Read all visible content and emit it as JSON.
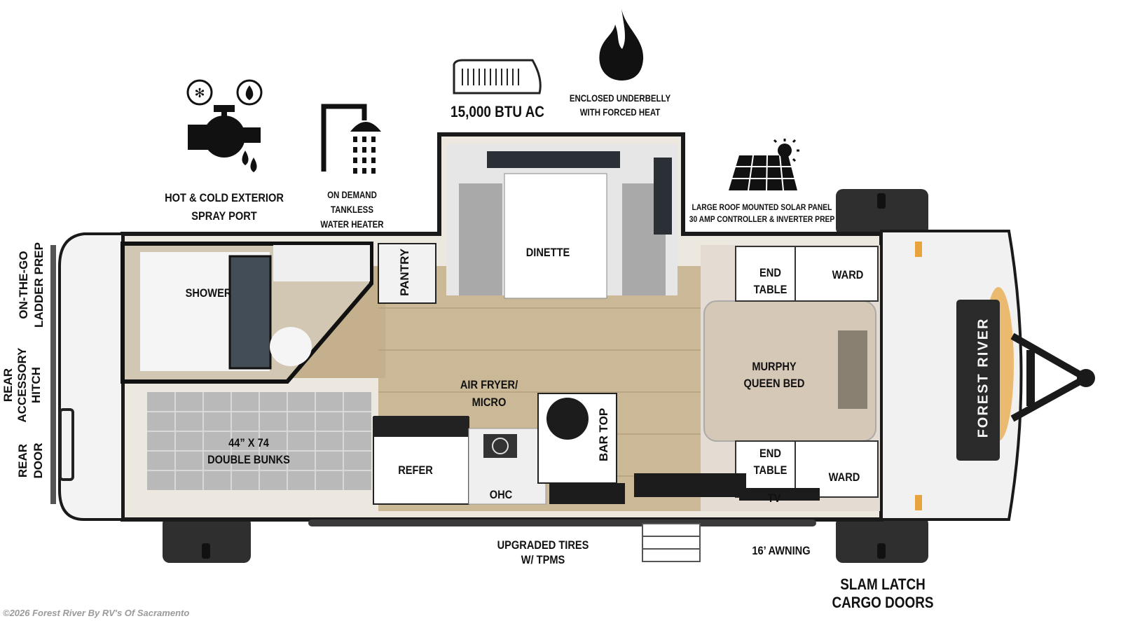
{
  "features": {
    "spray_port": [
      "HOT & COLD EXTERIOR",
      "SPRAY PORT"
    ],
    "water_heater": [
      "ON DEMAND",
      "TANKLESS",
      "WATER HEATER"
    ],
    "ac": "15,000 BTU AC",
    "underbelly": [
      "ENCLOSED UNDERBELLY",
      "WITH FORCED HEAT"
    ],
    "solar": [
      "LARGE ROOF MOUNTED SOLAR PANEL",
      "30 AMP CONTROLLER & INVERTER PREP"
    ],
    "ladder": [
      "ON-THE-GO",
      "LADDER PREP"
    ],
    "hitch": [
      "REAR",
      "ACCESSORY",
      "HITCH"
    ],
    "rear_door": [
      "REAR",
      "DOOR"
    ],
    "tires": [
      "UPGRADED TIRES",
      "W/ TPMS"
    ],
    "awning": "16’ AWNING",
    "cargo": [
      "SLAM LATCH",
      "CARGO DOORS"
    ]
  },
  "rooms": {
    "shower": "SHOWER",
    "pantry": "PANTRY",
    "dinette": "DINETTE",
    "end_table_top": [
      "END",
      "TABLE"
    ],
    "ward_top": "WARD",
    "murphy_bed": [
      "MURPHY",
      "QUEEN BED"
    ],
    "air_fryer": [
      "AIR FRYER/",
      "MICRO"
    ],
    "bar_top": "BAR TOP",
    "bunks": [
      "44” X 74",
      "DOUBLE BUNKS"
    ],
    "refer": "REFER",
    "ohc": "OHC",
    "end_table_bottom": [
      "END",
      "TABLE"
    ],
    "ward_bottom": "WARD",
    "tv": "TV"
  },
  "brand": "FOREST RIVER",
  "copyright": "©2026 Forest River By RV's Of Sacramento",
  "colors": {
    "floor": "#cbb896",
    "wall": "#1a1a1a",
    "tire": "#2f2f2f",
    "accent": "#e8a33a"
  }
}
